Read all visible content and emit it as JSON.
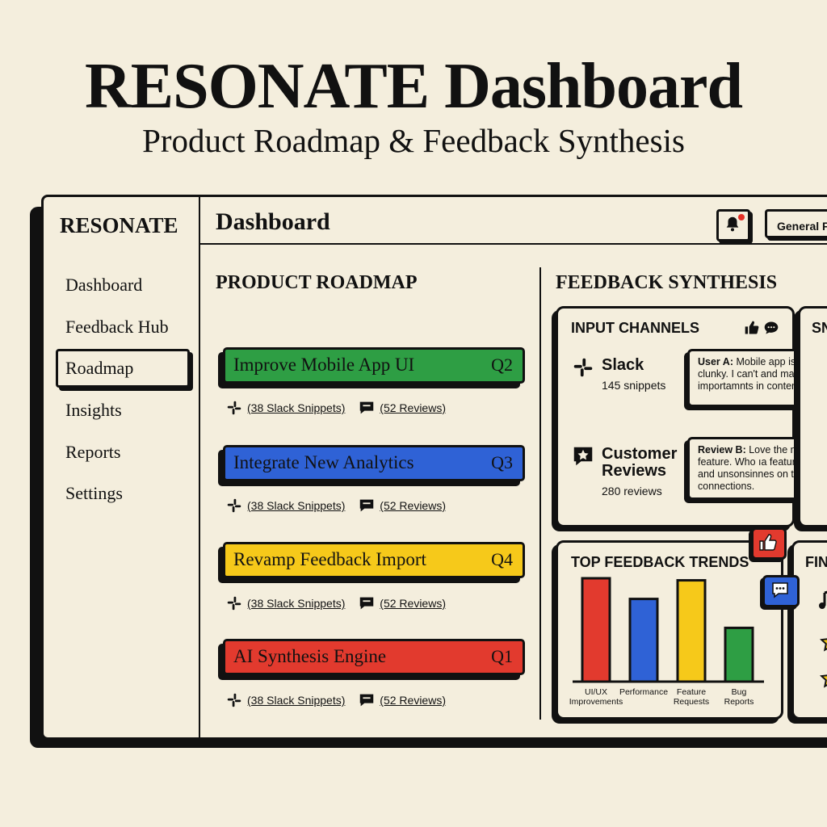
{
  "page": {
    "title": "RESONATE Dashboard",
    "subtitle": "Product Roadmap & Feedback Synthesis"
  },
  "sidebar": {
    "brand": "RESONATE",
    "items": [
      {
        "label": "Dashboard"
      },
      {
        "label": "Feedback Hub"
      },
      {
        "label": "Roadmap",
        "active": true
      },
      {
        "label": "Insights"
      },
      {
        "label": "Reports"
      },
      {
        "label": "Settings"
      }
    ]
  },
  "header": {
    "title": "Dashboard",
    "notification_icon": "bell-icon",
    "feed_select": "General Fe"
  },
  "roadmap": {
    "title": "PRODUCT ROADMAP",
    "items": [
      {
        "name": "Improve Mobile App UI",
        "quarter": "Q2",
        "color": "#2e9e44",
        "slack": "(38 Slack Snippets)",
        "reviews": "(52 Reviews)"
      },
      {
        "name": "Integrate New Analytics",
        "quarter": "Q3",
        "color": "#2f62d6",
        "slack": "(38 Slack Snippets)",
        "reviews": "(52 Reviews)"
      },
      {
        "name": "Revamp Feedback Import",
        "quarter": "Q4",
        "color": "#f6c91a",
        "slack": "(38 Slack Snippets)",
        "reviews": "(52 Reviews)"
      },
      {
        "name": "AI Synthesis Engine",
        "quarter": "Q1",
        "color": "#e23a2e",
        "slack": "(38 Slack Snippets)",
        "reviews": "(52 Reviews)"
      }
    ]
  },
  "feedback": {
    "title": "FEEDBACK SYNTHESIS",
    "input_channels": {
      "title": "INPUT CHANNELS",
      "channels": [
        {
          "name": "Slack",
          "count": "145 snippets",
          "icon": "slack-icon"
        },
        {
          "name_line1": "Customer",
          "name_line2": "Reviews",
          "count": "280 reviews",
          "icon": "star-chat-icon"
        }
      ],
      "quotes": [
        {
          "author": "User A:",
          "lines": [
            "Mobile app is a bit",
            "clunky. I can't and mars m",
            "importamnts in conter."
          ]
        },
        {
          "author": "Review B:",
          "lines": [
            "Love the new fe",
            "feature. Who ıa feature ape",
            "and unsonsinnes on the an",
            "connections."
          ]
        }
      ]
    },
    "snippets_panel": {
      "title": "SN"
    },
    "trends": {
      "title": "TOP FEEDBACK TRENDS"
    },
    "findings_panel": {
      "title": "FIN"
    }
  },
  "chart_data": {
    "type": "bar",
    "categories": [
      "UI/UX Improvements",
      "Performance",
      "Feature Requests",
      "Bug Reports"
    ],
    "category_lines": [
      [
        "UI/UX",
        "Improvements"
      ],
      [
        "Performance"
      ],
      [
        "Feature",
        "Requests"
      ],
      [
        "Bug",
        "Reports"
      ]
    ],
    "values": [
      100,
      80,
      98,
      52
    ],
    "colors": [
      "#e23a2e",
      "#2f62d6",
      "#f6c91a",
      "#2e9e44"
    ],
    "title": "TOP FEEDBACK TRENDS",
    "xlabel": "",
    "ylabel": "",
    "ylim": [
      0,
      100
    ],
    "grid": false
  },
  "colors": {
    "background": "#f4eedd",
    "ink": "#111111",
    "accent_red": "#e23a2e"
  }
}
